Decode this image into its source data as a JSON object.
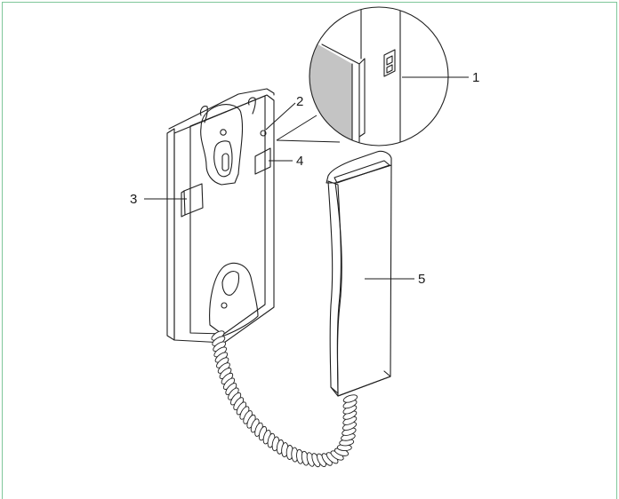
{
  "colors": {
    "frame": "#7fc79a",
    "line": "#1f1f1f",
    "panel_light": "#eeeeee",
    "panel_mid": "#d8d8d8",
    "panel_dark": "#bdbdbd",
    "highlight": "#c8c8c8"
  },
  "callouts": [
    {
      "id": "1",
      "label": "1"
    },
    {
      "id": "2",
      "label": "2"
    },
    {
      "id": "3",
      "label": "3"
    },
    {
      "id": "4",
      "label": "4"
    },
    {
      "id": "5",
      "label": "5"
    }
  ]
}
